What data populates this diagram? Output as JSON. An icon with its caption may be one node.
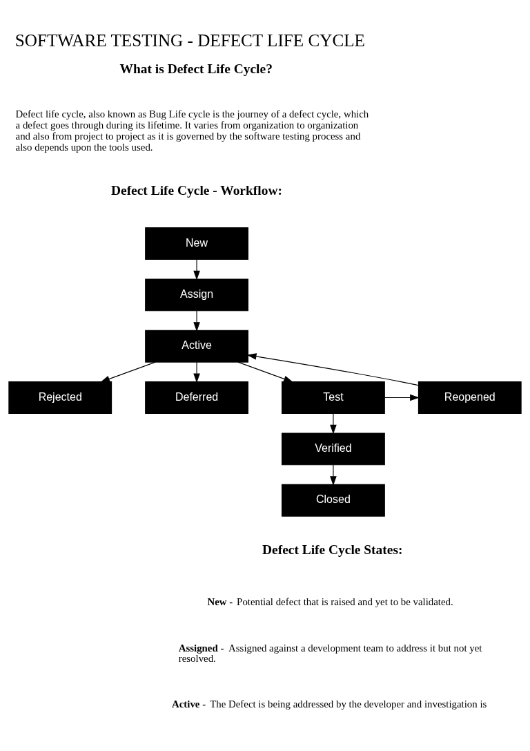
{
  "diagram": {
    "title": "SOFTWARE TESTING - DEFECT LIFE CYCLE",
    "nodes": [
      {
        "text": [
          "New"
        ]
      },
      {
        "text": [
          "Assign"
        ]
      },
      {
        "text": [
          "Active"
        ]
      },
      {
        "text": [
          "Rejected"
        ]
      },
      {
        "text": [
          "Deferred"
        ]
      },
      {
        "text": [
          "Reopened"
        ]
      },
      {
        "text": [
          "Test"
        ]
      },
      {
        "text": [
          "Verified"
        ]
      },
      {
        "text": [
          "Closed"
        ]
      }
    ],
    "edges": [
      {
        "from": 0,
        "to": 1,
        "arrow": "to"
      },
      {
        "from": 1,
        "to": 2,
        "arrow": "to"
      },
      {
        "from": 2,
        "to": 3,
        "arrow": "to"
      },
      {
        "from": 2,
        "to": 4,
        "arrow": "to"
      },
      {
        "from": 2,
        "to": 6,
        "arrow": "to"
      },
      {
        "from": 6,
        "to": 5,
        "arrow": "to"
      },
      {
        "from": 5,
        "to": 2,
        "arrow": "to"
      },
      {
        "from": 6,
        "to": 7,
        "arrow": "to"
      },
      {
        "from": 7,
        "to": 8,
        "arrow": "to"
      }
    ],
    "labels": [
      "What is Defect Life Cycle?",
      "Defect life cycle, also known as Bug Life cycle is the journey of a defect cycle, which a defect goes through during its lifetime. It varies from organization to organization and also from project to project as it is governed by the software testing process and also depends upon the tools used.",
      "Defect Life Cycle - Workflow:",
      "Defect Life Cycle States:",
      "**New -** Potential defect that is raised and yet to be validated.",
      "**Assigned -** Assigned against a development team to address it but not yet resolved.",
      "**Active -** The Defect is being addressed by the developer and investigation is"
    ]
  }
}
